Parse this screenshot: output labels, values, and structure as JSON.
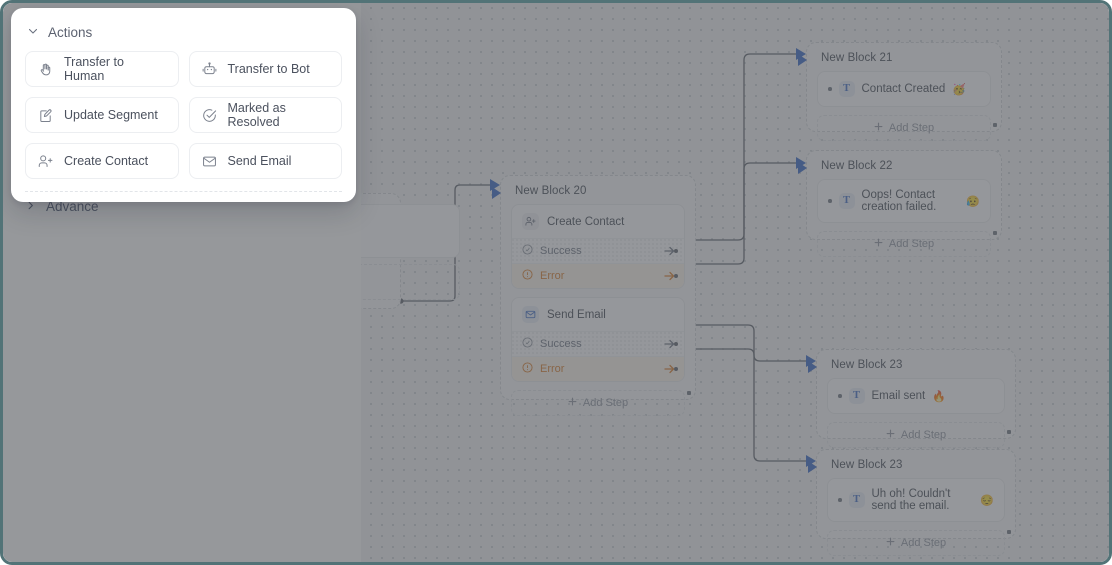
{
  "popover": {
    "title": "Actions",
    "chevron_icon": "chevron-down-icon",
    "buttons": [
      {
        "label": "Transfer to Human",
        "icon": "hand-icon"
      },
      {
        "label": "Transfer to Bot",
        "icon": "robot-icon"
      },
      {
        "label": "Update Segment",
        "icon": "edit-document-icon"
      },
      {
        "label": "Marked as Resolved",
        "icon": "check-circle-icon"
      },
      {
        "label": "Create Contact",
        "icon": "user-plus-icon"
      },
      {
        "label": "Send Email",
        "icon": "envelope-icon"
      }
    ]
  },
  "advance": {
    "label": "Advance",
    "chevron_icon": "chevron-right-icon"
  },
  "canvas": {
    "add_step_label": "Add Step",
    "plus_icon": "plus-icon",
    "nodes": [
      {
        "id": "block20",
        "title": "New Block 20",
        "steps": [
          {
            "name": "Create Contact",
            "icon": "user-plus-icon",
            "ports": [
              {
                "label": "Success",
                "type": "success",
                "icon": "check-circle-icon"
              },
              {
                "label": "Error",
                "type": "error",
                "icon": "alert-circle-icon"
              }
            ]
          },
          {
            "name": "Send Email",
            "icon": "envelope-icon",
            "ports": [
              {
                "label": "Success",
                "type": "success",
                "icon": "check-circle-icon"
              },
              {
                "label": "Error",
                "type": "error",
                "icon": "alert-circle-icon"
              }
            ]
          }
        ]
      },
      {
        "id": "block21",
        "title": "New Block 21",
        "message": "Contact Created",
        "emoji": "🥳",
        "message_icon": "text-icon"
      },
      {
        "id": "block22",
        "title": "New Block 22",
        "message": "Oops! Contact creation failed.",
        "emoji": "😥",
        "message_icon": "text-icon"
      },
      {
        "id": "block23a",
        "title": "New Block 23",
        "message": "Email sent",
        "emoji": "🔥",
        "message_icon": "text-icon"
      },
      {
        "id": "block23b",
        "title": "New Block 23",
        "message": "Uh oh! Couldn't send the email.",
        "emoji": "😔",
        "message_icon": "text-icon"
      }
    ]
  },
  "colors": {
    "window_border": "#527377",
    "accent_blue": "#2f62c4",
    "error_orange": "#d97a23",
    "error_bg": "#fdf3ea",
    "edge_stroke": "#5b6069",
    "canvas_bg": "#f1f2f4",
    "overlay": "rgba(86,89,94,0.62)"
  }
}
